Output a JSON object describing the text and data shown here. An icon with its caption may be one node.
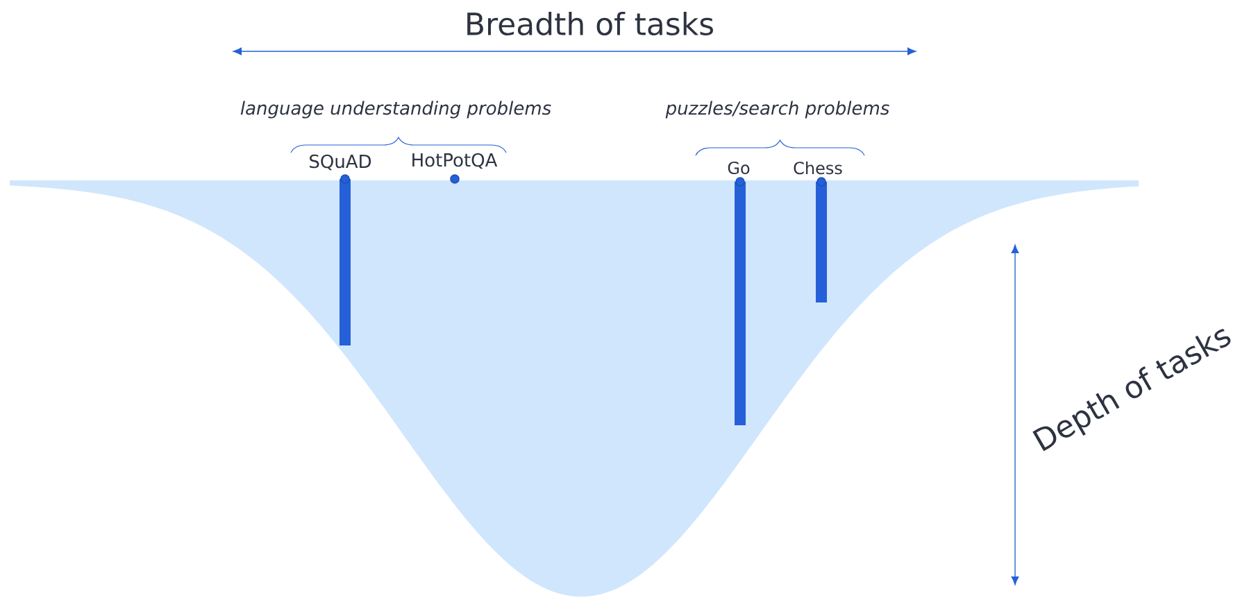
{
  "diagram": {
    "labels": [
      "Breadth of tasks",
      "language understanding problems",
      "puzzles/search problems",
      "SQuAD",
      "HotPotQA",
      "Go",
      "Chess",
      "Depth of tasks"
    ]
  }
}
